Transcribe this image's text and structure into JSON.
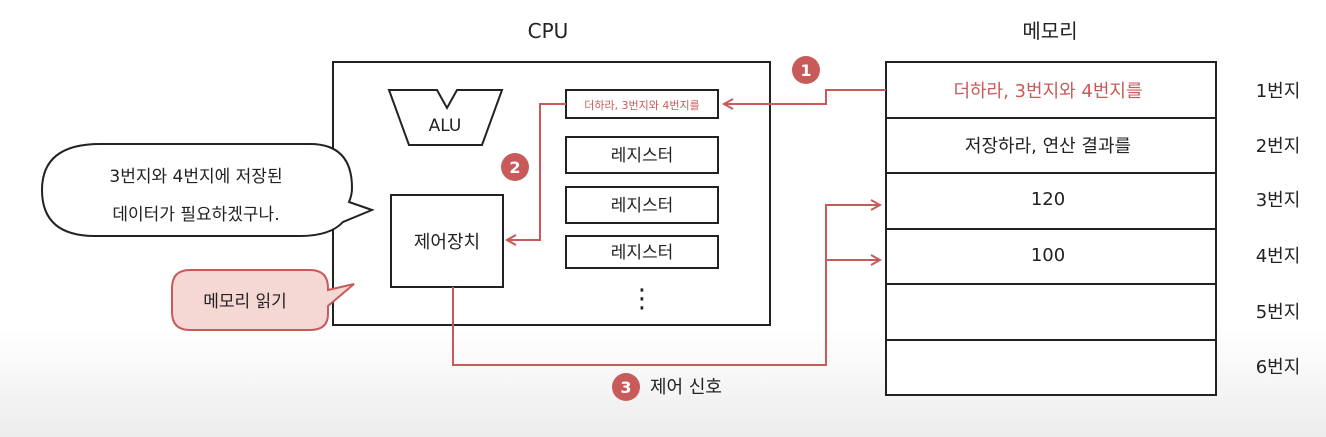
{
  "cpu_label": "CPU",
  "memory_label": "메모리",
  "alu_label": "ALU",
  "control_unit_label": "제어장치",
  "registers": [
    "더하라, 3번지와 4번지를",
    "레지스터",
    "레지스터",
    "레지스터"
  ],
  "register_ellipsis": "⋮",
  "speech_bubble": [
    "3번지와 4번지에 저장된",
    "데이터가 필요하겠구나."
  ],
  "memory_read_label": "메모리 읽기",
  "control_signal_label": "제어 신호",
  "steps": [
    "1",
    "2",
    "3"
  ],
  "memory": [
    {
      "content": "더하라, 3번지와 4번지를",
      "address": "1번지",
      "highlight": true
    },
    {
      "content": "저장하라, 연산 결과를",
      "address": "2번지",
      "highlight": false
    },
    {
      "content": "120",
      "address": "3번지",
      "highlight": false
    },
    {
      "content": "100",
      "address": "4번지",
      "highlight": false
    },
    {
      "content": "",
      "address": "5번지",
      "highlight": false
    },
    {
      "content": "",
      "address": "6번지",
      "highlight": false
    }
  ],
  "colors": {
    "accent": "#c85a5a",
    "badge": "#c85a5a",
    "tag_fill": "#f5d7d3",
    "ink": "#222222"
  }
}
